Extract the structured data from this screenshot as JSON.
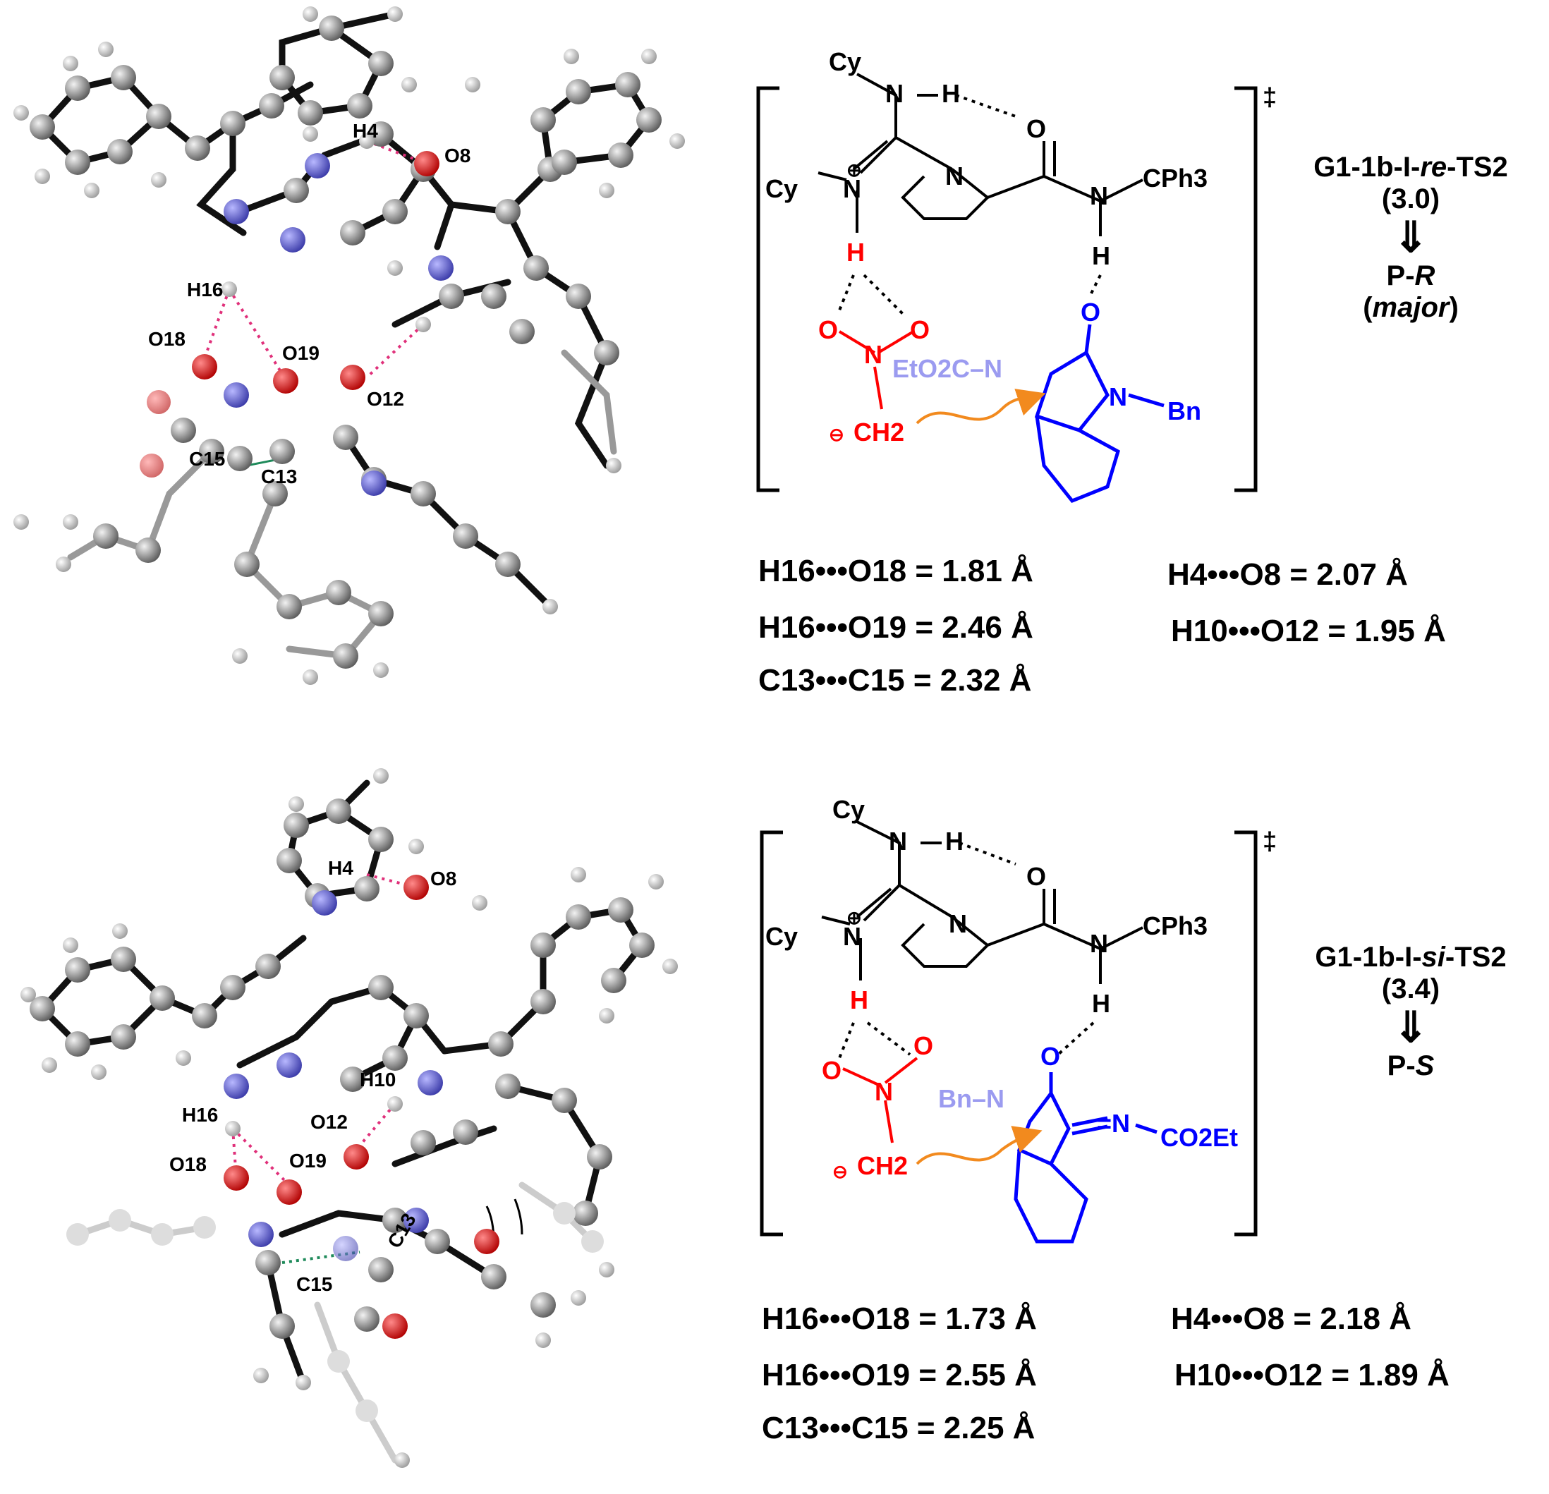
{
  "panels": [
    {
      "id": "re",
      "atom_labels": {
        "h4": "H4",
        "o8": "O8",
        "h16": "H16",
        "o18": "O18",
        "o19": "O19",
        "o12": "O12",
        "c15": "C15",
        "c13": "C13"
      },
      "scheme": {
        "cy_top": "Cy",
        "cy_left": "Cy",
        "n": "N",
        "h": "H",
        "o": "O",
        "cph3": "CPh3",
        "dagger": "‡",
        "charge_pos": "⊕",
        "charge_neg": "⊖",
        "nitro_o": "O",
        "nitro_n": "N",
        "ch2": "CH2",
        "eto2c_n": "EtO2C–N",
        "bn": "Bn",
        "oxindole_o": "O",
        "oxindole_n": "N"
      },
      "ts_name_prefix": "G1-1b-I-",
      "ts_name_italic": "re",
      "ts_name_suffix": "-TS2",
      "energy": "(3.0)",
      "arrow": "⇓",
      "product_prefix": "P-",
      "product_italic": "R",
      "product_note_open": "(",
      "product_note_italic": "major",
      "product_note_close": ")",
      "distances": [
        "H16•••O18 = 1.81 Å",
        "H16•••O19 = 2.46 Å",
        "C13•••C15 = 2.32 Å",
        "H4•••O8 = 2.07 Å",
        "H10•••O12 = 1.95 Å"
      ]
    },
    {
      "id": "si",
      "atom_labels": {
        "h4": "H4",
        "o8": "O8",
        "h16": "H16",
        "o18": "O18",
        "o19": "O19",
        "o12": "O12",
        "h10": "H10",
        "c15": "C15",
        "c13": "C13"
      },
      "scheme": {
        "cy_top": "Cy",
        "cy_left": "Cy",
        "n": "N",
        "h": "H",
        "o": "O",
        "cph3": "CPh3",
        "dagger": "‡",
        "charge_pos": "⊕",
        "charge_neg": "⊖",
        "nitro_o": "O",
        "nitro_n": "N",
        "ch2": "CH2",
        "bn": "Bn–N",
        "imine": "=N",
        "co2et": "CO2Et",
        "oxindole_o": "O"
      },
      "ts_name_prefix": "G1-1b-I-",
      "ts_name_italic": "si",
      "ts_name_suffix": "-TS2",
      "energy": "(3.4)",
      "arrow": "⇓",
      "product_prefix": "P-",
      "product_italic": "S",
      "distances": [
        "H16•••O18 = 1.73 Å",
        "H16•••O19 = 2.55 Å",
        "C13•••C15 = 2.25 Å",
        "H4•••O8 = 2.18 Å",
        "H10•••O12 = 1.89 Å"
      ]
    }
  ],
  "colors": {
    "carbon": "#8f8f8f",
    "hydrogen": "#c9c9c9",
    "nitrogen": "#5757c8",
    "oxygen": "#e01414",
    "hbond": "#e0307a",
    "forming_bond": "#1e8a5a",
    "nitronate": "#ff0000",
    "oxindole": "#0000ff",
    "faded": "#9b9bf0",
    "arrow": "#f28a1e"
  }
}
